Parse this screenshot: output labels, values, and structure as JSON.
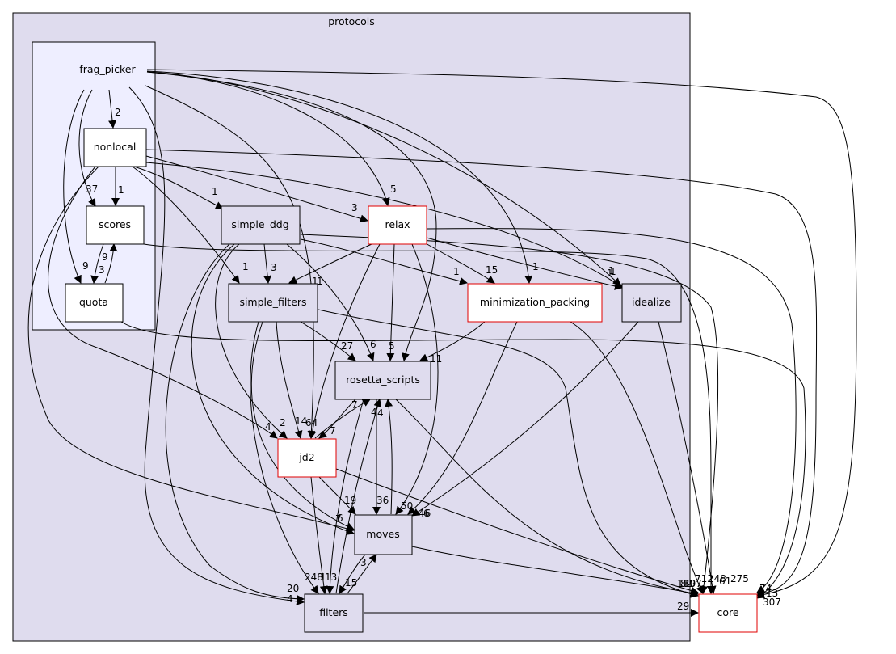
{
  "clusters": {
    "protocols": {
      "label": "protocols",
      "fill": "#dfdcee"
    },
    "frag_picker": {
      "label": "frag_picker",
      "fill": "#eeeeff"
    }
  },
  "nodes": {
    "frag_picker": {
      "label": "frag_picker"
    },
    "nonlocal": {
      "label": "nonlocal",
      "style": "white"
    },
    "scores": {
      "label": "scores",
      "style": "white"
    },
    "quota": {
      "label": "quota",
      "style": "white"
    },
    "simple_ddg": {
      "label": "simple_ddg",
      "style": "gray"
    },
    "relax": {
      "label": "relax",
      "style": "red"
    },
    "simple_filters": {
      "label": "simple_filters",
      "style": "gray"
    },
    "minimization_packing": {
      "label": "minimization_packing",
      "style": "red"
    },
    "idealize": {
      "label": "idealize",
      "style": "gray"
    },
    "rosetta_scripts": {
      "label": "rosetta_scripts",
      "style": "gray"
    },
    "jd2": {
      "label": "jd2",
      "style": "red"
    },
    "moves": {
      "label": "moves",
      "style": "gray"
    },
    "filters": {
      "label": "filters",
      "style": "gray"
    },
    "core": {
      "label": "core",
      "style": "red"
    }
  },
  "edge_labels": [
    {
      "id": "fp-nonlocal",
      "text": "2"
    },
    {
      "id": "fp-scores",
      "text": "37"
    },
    {
      "id": "fp-quota",
      "text": "9"
    },
    {
      "id": "fp-relax",
      "text": "5"
    },
    {
      "id": "fp-minpack",
      "text": "1"
    },
    {
      "id": "fp-idealize",
      "text": "1"
    },
    {
      "id": "fp-core",
      "text": "13"
    },
    {
      "id": "nl-scores",
      "text": "1"
    },
    {
      "id": "nl-simpleddg",
      "text": "1"
    },
    {
      "id": "nl-relax",
      "text": "3"
    },
    {
      "id": "nl-simplefilters",
      "text": "1"
    },
    {
      "id": "nl-idealize",
      "text": "1"
    },
    {
      "id": "nl-jd2",
      "text": "4"
    },
    {
      "id": "nl-core",
      "text": "74"
    },
    {
      "id": "scores-quota",
      "text": "3"
    },
    {
      "id": "quota-scores",
      "text": "9"
    },
    {
      "id": "sddg-simplefilters",
      "text": "3"
    },
    {
      "id": "sddg-minpack",
      "text": "1"
    },
    {
      "id": "sddg-rosetta",
      "text": "6"
    },
    {
      "id": "sddg-jd2",
      "text": "2"
    },
    {
      "id": "sddg-moves",
      "text": "7"
    },
    {
      "id": "sddg-filters",
      "text": "20"
    },
    {
      "id": "relax-simplefilters",
      "text": "1"
    },
    {
      "id": "relax-minpack",
      "text": "15"
    },
    {
      "id": "relax-rosetta",
      "text": "5"
    },
    {
      "id": "relax-jd2",
      "text": "64"
    },
    {
      "id": "relax-moves",
      "text": "50"
    },
    {
      "id": "relax-idealize",
      "text": "1"
    },
    {
      "id": "relax-core",
      "text": "61"
    },
    {
      "id": "sf-rosetta",
      "text": "27"
    },
    {
      "id": "sf-jd2",
      "text": "14"
    },
    {
      "id": "sf-moves",
      "text": "6"
    },
    {
      "id": "sf-filters",
      "text": "248"
    },
    {
      "id": "sf-core",
      "text": "189"
    },
    {
      "id": "mp-rosetta",
      "text": "11"
    },
    {
      "id": "mp-moves",
      "text": "46"
    },
    {
      "id": "mp-core",
      "text": "712"
    },
    {
      "id": "id-moves",
      "text": "6"
    },
    {
      "id": "id-core",
      "text": "248"
    },
    {
      "id": "rs-jd2",
      "text": "7"
    },
    {
      "id": "rs-moves",
      "text": "36"
    },
    {
      "id": "rs-filters",
      "text": "13"
    },
    {
      "id": "rs-core",
      "text": "107"
    },
    {
      "id": "jd2-rosetta",
      "text": "7"
    },
    {
      "id": "jd2-moves",
      "text": "19"
    },
    {
      "id": "jd2-filters",
      "text": "1"
    },
    {
      "id": "jd2-core",
      "text": "82"
    },
    {
      "id": "moves-rosetta",
      "text": "4"
    },
    {
      "id": "moves-filters",
      "text": "15"
    },
    {
      "id": "moves-core",
      "text": "275"
    },
    {
      "id": "filters-rosetta",
      "text": "4"
    },
    {
      "id": "filters-moves",
      "text": "3"
    },
    {
      "id": "filters-core",
      "text": "29"
    },
    {
      "id": "quota-core",
      "text": "307"
    },
    {
      "id": "fp-filters",
      "text": "4"
    },
    {
      "id": "sddg-core",
      "text": "1"
    }
  ]
}
